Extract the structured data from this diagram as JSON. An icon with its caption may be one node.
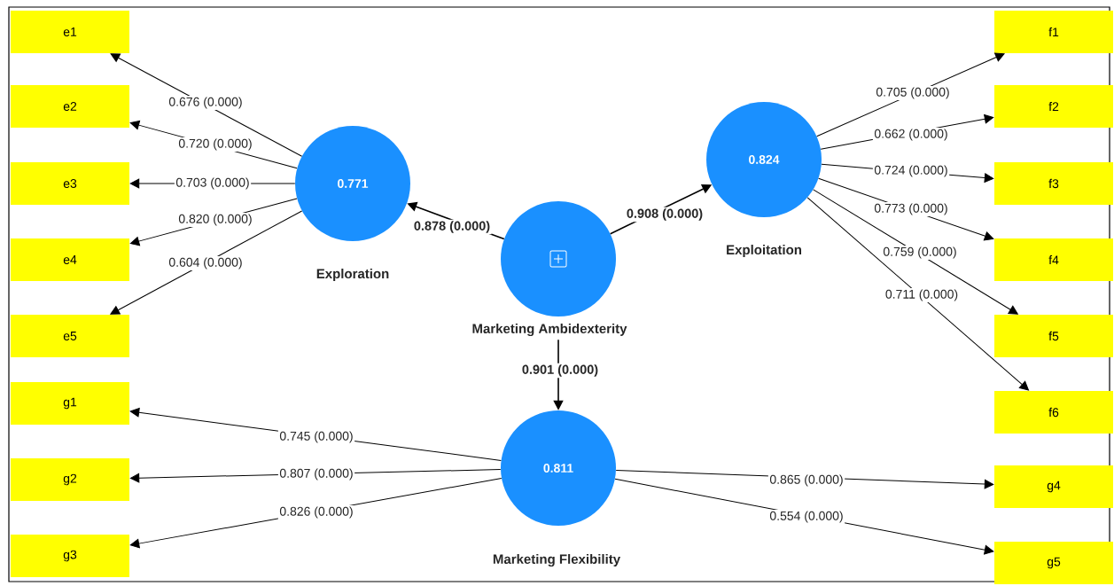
{
  "diagram": {
    "nodes": [
      {
        "text": [
          "0.771",
          "Exploration"
        ]
      },
      {
        "text": [
          "Marketing Ambidexterity"
        ]
      },
      {
        "text": [
          "0.824",
          "Exploitation"
        ]
      },
      {
        "text": [
          "0.811",
          "Marketing Flexibility"
        ]
      },
      {
        "text": [
          "e1"
        ]
      },
      {
        "text": [
          "e2"
        ]
      },
      {
        "text": [
          "e3"
        ]
      },
      {
        "text": [
          "e4"
        ]
      },
      {
        "text": [
          "e5"
        ]
      },
      {
        "text": [
          "f1"
        ]
      },
      {
        "text": [
          "f2"
        ]
      },
      {
        "text": [
          "f3"
        ]
      },
      {
        "text": [
          "f4"
        ]
      },
      {
        "text": [
          "f5"
        ]
      },
      {
        "text": [
          "f6"
        ]
      },
      {
        "text": [
          "g1"
        ]
      },
      {
        "text": [
          "g2"
        ]
      },
      {
        "text": [
          "g3"
        ]
      },
      {
        "text": [
          "g4"
        ]
      },
      {
        "text": [
          "g5"
        ]
      }
    ],
    "edges": [
      {
        "from": 0,
        "to": 4,
        "arrow": "to",
        "label": "0.676 (0.000)"
      },
      {
        "from": 0,
        "to": 5,
        "arrow": "to",
        "label": "0.720 (0.000)"
      },
      {
        "from": 0,
        "to": 6,
        "arrow": "to",
        "label": "0.703 (0.000)"
      },
      {
        "from": 0,
        "to": 7,
        "arrow": "to",
        "label": "0.820 (0.000)"
      },
      {
        "from": 0,
        "to": 8,
        "arrow": "to",
        "label": "0.604 (0.000)"
      },
      {
        "from": 1,
        "to": 0,
        "arrow": "to",
        "label": "0.878 (0.000)"
      },
      {
        "from": 1,
        "to": 2,
        "arrow": "to",
        "label": "0.908 (0.000)"
      },
      {
        "from": 1,
        "to": 3,
        "arrow": "to",
        "label": "0.901 (0.000)"
      },
      {
        "from": 2,
        "to": 9,
        "arrow": "to",
        "label": "0.705 (0.000)"
      },
      {
        "from": 2,
        "to": 10,
        "arrow": "to",
        "label": "0.662 (0.000)"
      },
      {
        "from": 2,
        "to": 11,
        "arrow": "to",
        "label": "0.724 (0.000)"
      },
      {
        "from": 2,
        "to": 12,
        "arrow": "to",
        "label": "0.773 (0.000)"
      },
      {
        "from": 2,
        "to": 13,
        "arrow": "to",
        "label": "0.759 (0.000)"
      },
      {
        "from": 2,
        "to": 14,
        "arrow": "to",
        "label": "0.711 (0.000)"
      },
      {
        "from": 3,
        "to": 15,
        "arrow": "to",
        "label": "0.745 (0.000)"
      },
      {
        "from": 3,
        "to": 16,
        "arrow": "to",
        "label": "0.807 (0.000)"
      },
      {
        "from": 3,
        "to": 17,
        "arrow": "to",
        "label": "0.826 (0.000)"
      },
      {
        "from": 3,
        "to": 18,
        "arrow": "to",
        "label": "0.865 (0.000)"
      },
      {
        "from": 3,
        "to": 19,
        "arrow": "to",
        "label": "0.554 (0.000)"
      }
    ]
  }
}
